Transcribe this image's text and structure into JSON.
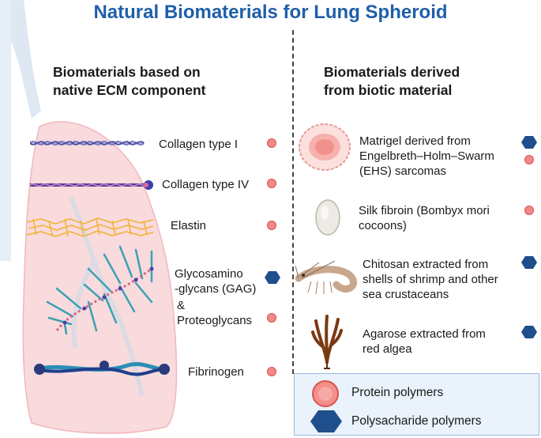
{
  "title": "Natural Biomaterials for Lung Spheroid",
  "left_column": {
    "heading_line1": "Biomaterials based on",
    "heading_line2": "native ECM component",
    "items": [
      {
        "label": "Collagen type I",
        "marker": "protein"
      },
      {
        "label": "Collagen type IV",
        "marker": "protein"
      },
      {
        "label": "Elastin",
        "marker": "protein"
      },
      {
        "label_line1": "Glycosamino",
        "label_line2": "-glycans (GAG)",
        "marker": "polysaccharide"
      },
      {
        "label_line1": "&",
        "label_line2": "Proteoglycans",
        "marker": "protein"
      },
      {
        "label": "Fibrinogen",
        "marker": "protein"
      }
    ]
  },
  "right_column": {
    "heading_line1": "Biomaterials derived",
    "heading_line2": "from biotic material",
    "items": [
      {
        "line1": "Matrigel derived from",
        "line2": "Engelbreth–Holm–Swarm",
        "line3": "(EHS) sarcomas",
        "markers": [
          "polysaccharide",
          "protein"
        ]
      },
      {
        "line1": "Silk fibroin (Bombyx mori",
        "line2": "cocoons)",
        "markers": [
          "protein"
        ]
      },
      {
        "line1": "Chitosan extracted from",
        "line2": "shells of shrimp and other",
        "line3": "sea crustaceans",
        "markers": [
          "polysaccharide"
        ]
      },
      {
        "line1": "Agarose extracted from",
        "line2": "red algea",
        "markers": [
          "polysaccharide"
        ]
      }
    ]
  },
  "legend": {
    "protein": "Protein polymers",
    "polysaccharide": "Polysacharide  polymers"
  },
  "colors": {
    "title": "#1f5fa8",
    "protein_fill": "#ef8a87",
    "polysaccharide_fill": "#1f4e8c",
    "lung": "#f6d4d6",
    "legend_bg": "#eaf2fb"
  }
}
